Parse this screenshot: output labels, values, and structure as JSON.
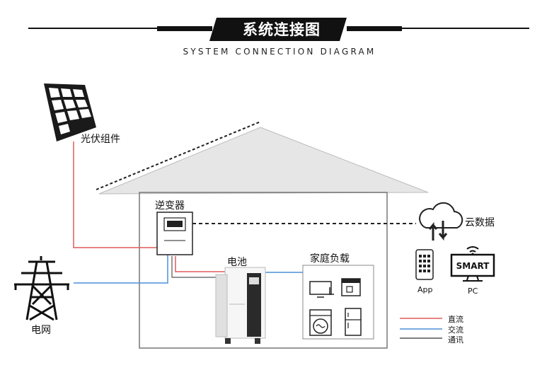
{
  "header": {
    "title": "系统连接图",
    "subtitle": "SYSTEM CONNECTION DIAGRAM"
  },
  "nodes": {
    "solar": "光伏组件",
    "inverter": "逆变器",
    "battery": "电池",
    "home_load": "家庭负载",
    "grid": "电网",
    "cloud": "云数据",
    "app": "App",
    "pc": "PC",
    "smart_tv_text": "SMART"
  },
  "legend": [
    {
      "label": "直流",
      "color": "#e05a5a"
    },
    {
      "label": "交流",
      "color": "#4a90d9"
    },
    {
      "label": "通讯",
      "color": "#555555"
    }
  ],
  "colors": {
    "dc": "#e05a5a",
    "ac": "#4a90d9",
    "comm": "#555555"
  }
}
